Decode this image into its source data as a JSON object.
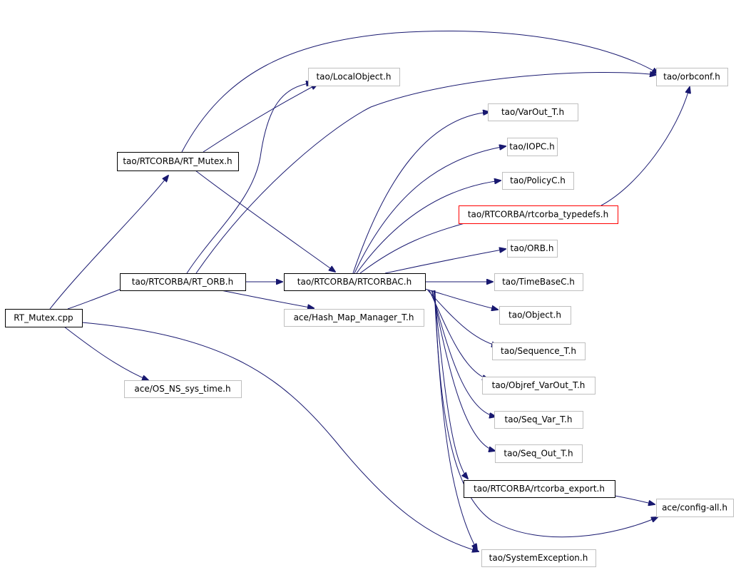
{
  "graph": {
    "nodes": [
      {
        "id": "rt_mutex_cpp",
        "label": "RT_Mutex.cpp",
        "style": "root"
      },
      {
        "id": "rt_mutex_h",
        "label": "tao/RTCORBA/RT_Mutex.h",
        "style": "normal"
      },
      {
        "id": "rt_orb_h",
        "label": "tao/RTCORBA/RT_ORB.h",
        "style": "normal"
      },
      {
        "id": "os_ns_sys_time_h",
        "label": "ace/OS_NS_sys_time.h",
        "style": "external"
      },
      {
        "id": "localobject_h",
        "label": "tao/LocalObject.h",
        "style": "external"
      },
      {
        "id": "orbconf_h",
        "label": "tao/orbconf.h",
        "style": "external"
      },
      {
        "id": "rtcorbac_h",
        "label": "tao/RTCORBA/RTCORBAC.h",
        "style": "normal"
      },
      {
        "id": "hash_map_manager_t_h",
        "label": "ace/Hash_Map_Manager_T.h",
        "style": "external"
      },
      {
        "id": "varout_t_h",
        "label": "tao/VarOut_T.h",
        "style": "external"
      },
      {
        "id": "iopc_h",
        "label": "tao/IOPC.h",
        "style": "external"
      },
      {
        "id": "policyc_h",
        "label": "tao/PolicyC.h",
        "style": "external"
      },
      {
        "id": "rtcorba_typedefs_h",
        "label": "tao/RTCORBA/rtcorba_typedefs.h",
        "style": "highlight"
      },
      {
        "id": "orb_h",
        "label": "tao/ORB.h",
        "style": "external"
      },
      {
        "id": "timebasec_h",
        "label": "tao/TimeBaseC.h",
        "style": "external"
      },
      {
        "id": "object_h",
        "label": "tao/Object.h",
        "style": "external"
      },
      {
        "id": "sequence_t_h",
        "label": "tao/Sequence_T.h",
        "style": "external"
      },
      {
        "id": "objref_varout_t_h",
        "label": "tao/Objref_VarOut_T.h",
        "style": "external"
      },
      {
        "id": "seq_var_t_h",
        "label": "tao/Seq_Var_T.h",
        "style": "external"
      },
      {
        "id": "seq_out_t_h",
        "label": "tao/Seq_Out_T.h",
        "style": "external"
      },
      {
        "id": "rtcorba_export_h",
        "label": "tao/RTCORBA/rtcorba_export.h",
        "style": "normal"
      },
      {
        "id": "config_all_h",
        "label": "ace/config-all.h",
        "style": "external"
      },
      {
        "id": "systemexception_h",
        "label": "tao/SystemException.h",
        "style": "external"
      }
    ],
    "edges": [
      {
        "from": "rt_mutex_cpp",
        "to": "rt_mutex_h"
      },
      {
        "from": "rt_mutex_cpp",
        "to": "rt_orb_h"
      },
      {
        "from": "rt_mutex_cpp",
        "to": "os_ns_sys_time_h"
      },
      {
        "from": "rt_mutex_cpp",
        "to": "systemexception_h"
      },
      {
        "from": "rt_mutex_h",
        "to": "orbconf_h"
      },
      {
        "from": "rt_mutex_h",
        "to": "localobject_h"
      },
      {
        "from": "rt_mutex_h",
        "to": "rtcorbac_h"
      },
      {
        "from": "rt_orb_h",
        "to": "localobject_h"
      },
      {
        "from": "rt_orb_h",
        "to": "orbconf_h"
      },
      {
        "from": "rt_orb_h",
        "to": "rtcorbac_h"
      },
      {
        "from": "rt_orb_h",
        "to": "hash_map_manager_t_h"
      },
      {
        "from": "rtcorbac_h",
        "to": "varout_t_h"
      },
      {
        "from": "rtcorbac_h",
        "to": "iopc_h"
      },
      {
        "from": "rtcorbac_h",
        "to": "policyc_h"
      },
      {
        "from": "rtcorbac_h",
        "to": "rtcorba_typedefs_h"
      },
      {
        "from": "rtcorbac_h",
        "to": "orb_h"
      },
      {
        "from": "rtcorbac_h",
        "to": "timebasec_h"
      },
      {
        "from": "rtcorbac_h",
        "to": "object_h"
      },
      {
        "from": "rtcorbac_h",
        "to": "sequence_t_h"
      },
      {
        "from": "rtcorbac_h",
        "to": "objref_varout_t_h"
      },
      {
        "from": "rtcorbac_h",
        "to": "seq_var_t_h"
      },
      {
        "from": "rtcorbac_h",
        "to": "seq_out_t_h"
      },
      {
        "from": "rtcorbac_h",
        "to": "rtcorba_export_h"
      },
      {
        "from": "rtcorbac_h",
        "to": "config_all_h"
      },
      {
        "from": "rtcorbac_h",
        "to": "systemexception_h"
      },
      {
        "from": "rtcorba_typedefs_h",
        "to": "orbconf_h"
      },
      {
        "from": "rtcorba_export_h",
        "to": "config_all_h"
      }
    ]
  },
  "colors": {
    "edge": "#191970",
    "root_fill": "#bfbfbf",
    "normal_border": "#000000",
    "external_border": "#bfbfbf",
    "highlight_border": "#ff0000"
  }
}
